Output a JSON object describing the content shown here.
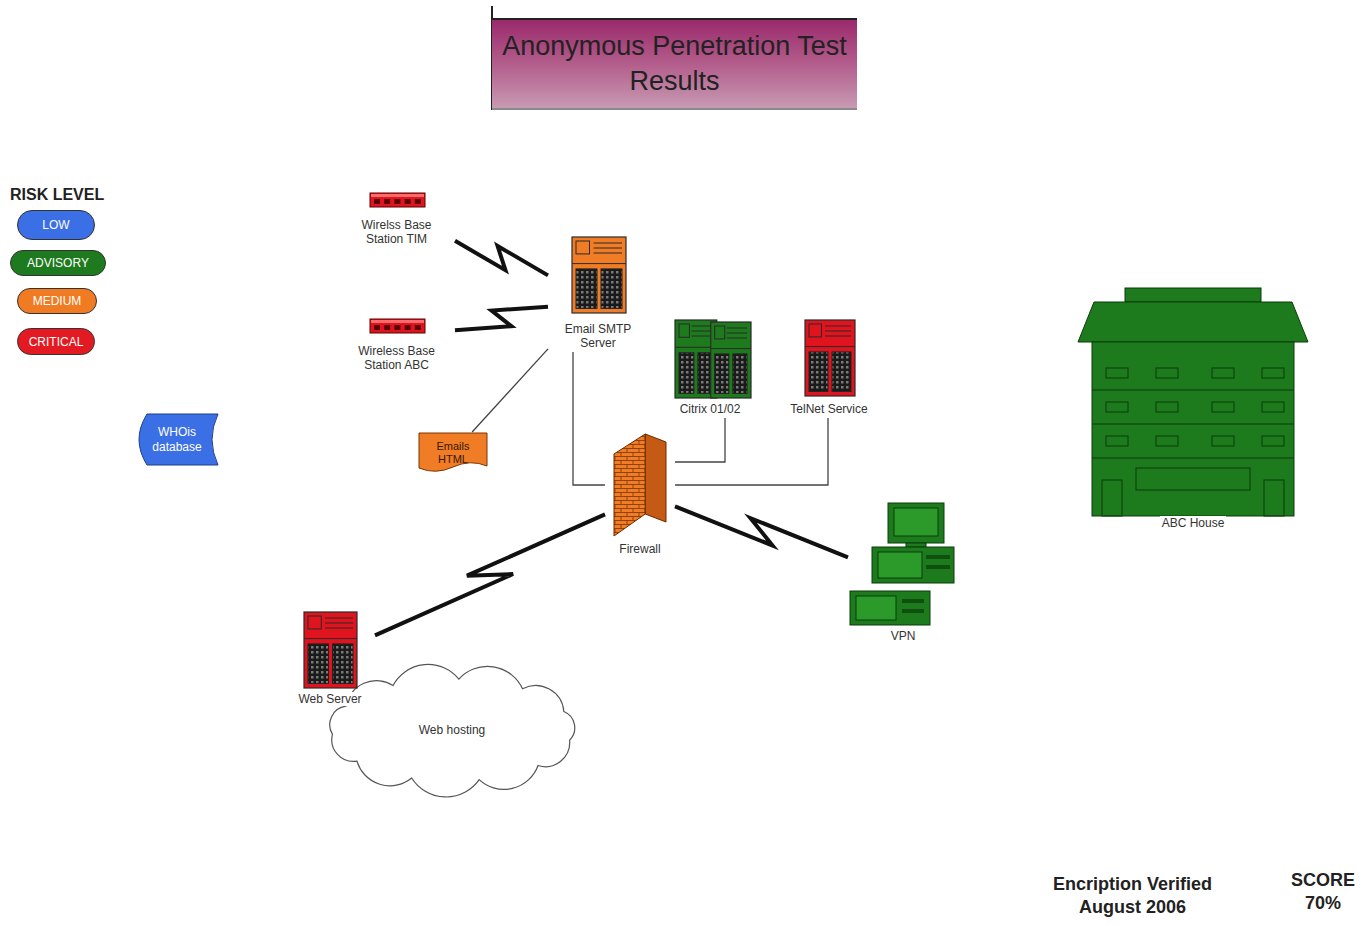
{
  "diagram": {
    "title": "Anonymous Penetration Test Results",
    "nodes": [
      {
        "text": [
          "Wirelss Base Station TIM"
        ]
      },
      {
        "text": [
          "Email SMTP Server"
        ]
      },
      {
        "text": [
          "Wireless Base Station ABC"
        ]
      },
      {
        "text": [
          "Citrix 01/02"
        ]
      },
      {
        "text": [
          "TelNet Service"
        ]
      },
      {
        "text": [
          "ABC House"
        ]
      },
      {
        "text": [
          "WHOis database"
        ]
      },
      {
        "text": [
          "Emails HTML"
        ]
      },
      {
        "text": [
          "Firewall"
        ]
      },
      {
        "text": [
          "VPN"
        ]
      },
      {
        "text": [
          "Web Server"
        ]
      },
      {
        "text": [
          "Web hosting"
        ]
      }
    ],
    "edges": [
      {
        "from": 0,
        "to": 1,
        "arrow": "none"
      },
      {
        "from": 2,
        "to": 1,
        "arrow": "none"
      },
      {
        "from": 1,
        "to": 7,
        "arrow": "none"
      },
      {
        "from": 1,
        "to": 8,
        "arrow": "none"
      },
      {
        "from": 3,
        "to": 8,
        "arrow": "none"
      },
      {
        "from": 4,
        "to": 8,
        "arrow": "none"
      },
      {
        "from": 8,
        "to": 10,
        "arrow": "none"
      },
      {
        "from": 8,
        "to": 9,
        "arrow": "none"
      }
    ],
    "labels": [
      "RISK LEVEL",
      "Encription Verified August 2006",
      "SCORE 70%"
    ],
    "legend": [
      {
        "text": "LOW",
        "color": "#3b6fe6"
      },
      {
        "text": "ADVISORY",
        "color": "#1e7a1e"
      },
      {
        "text": "MEDIUM",
        "color": "#f07b22"
      },
      {
        "text": "CRITICAL",
        "color": "#e31a22"
      }
    ]
  }
}
